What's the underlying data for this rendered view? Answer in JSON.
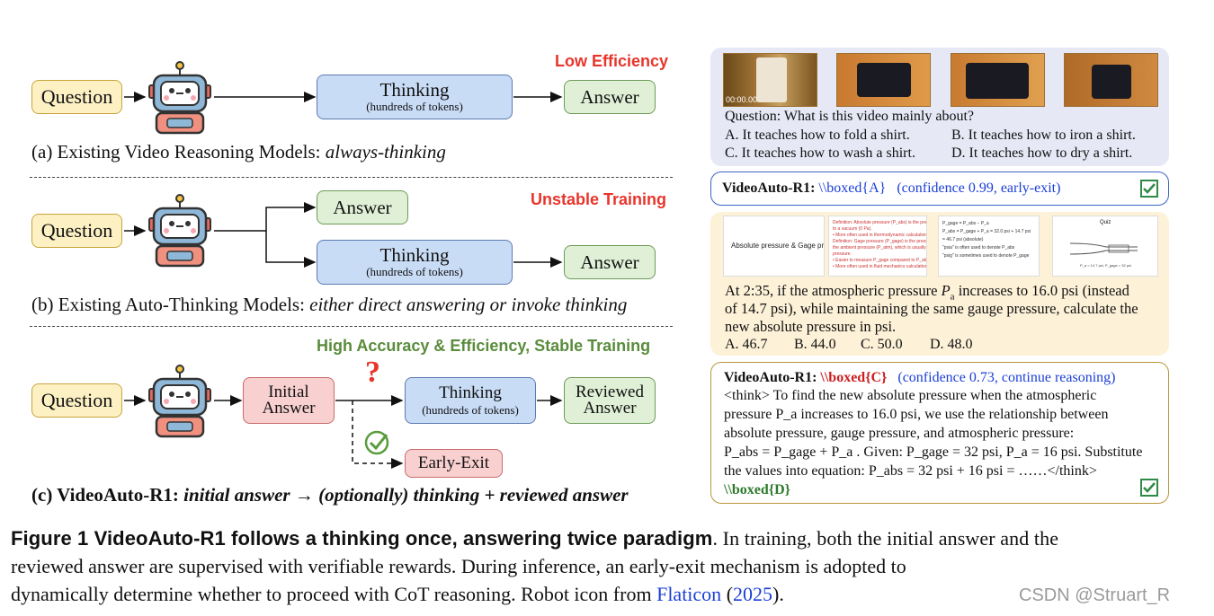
{
  "colors": {
    "red_tag": "#e8352b",
    "green_tag": "#5a8c3c",
    "blue_text": "#1b3fd6",
    "red_text": "#cc1f1f",
    "green_text": "#2f7a2c"
  },
  "row_a": {
    "question": "Question",
    "thinking": "Thinking",
    "thinking_sub": "(hundreds of tokens)",
    "answer": "Answer",
    "tag": "Low Efficiency",
    "caption_prefix": "(a) Existing Video Reasoning Models: ",
    "caption_italic": "always-thinking"
  },
  "row_b": {
    "question": "Question",
    "answer_direct": "Answer",
    "thinking": "Thinking",
    "thinking_sub": "(hundreds of tokens)",
    "answer": "Answer",
    "tag": "Unstable Training",
    "caption_prefix": "(b) Existing Auto-Thinking Models: ",
    "caption_italic": "either direct answering or invoke thinking"
  },
  "row_c": {
    "question": "Question",
    "initial_answer": [
      "Initial",
      "Answer"
    ],
    "thinking": "Thinking",
    "thinking_sub": "(hundreds of tokens)",
    "reviewed_answer": [
      "Reviewed",
      "Answer"
    ],
    "early_exit": "Early-Exit",
    "tag": "High Accuracy & Efficiency, Stable Training",
    "caption_bold": "(c) VideoAuto-R1: ",
    "caption_italic": "initial answer → (optionally) thinking + reviewed answer",
    "question_mark": "?"
  },
  "panel1": {
    "timestamp": "00:00.00",
    "question": "Question: What is this video mainly about?",
    "options": [
      "A. It teaches how to fold a shirt.",
      "B. It teaches how to iron a shirt.",
      "C. It teaches how to wash a shirt.",
      "D. It teaches how to dry a shirt."
    ]
  },
  "result1": {
    "label": "VideoAuto-R1:",
    "boxed": "\\\\boxed{A}",
    "conf": "(confidence 0.99, early-exit)"
  },
  "panel2": {
    "slide1_title": "Absolute pressure & Gage pressure",
    "slide2_lines": [
      "Definition: Absolute pressure (P_abs) is the pressure",
      "to a vacuum (0 Pa).",
      "• More often used in thermodynamic calculation",
      "Definition: Gage pressure (P_gage) is the pressure",
      "the ambient pressure (P_atm), which is usually the",
      "pressure.",
      "• Easier to measure P_gage compared to P_abs",
      "• More often used in fluid mechanics calculation"
    ],
    "slide3_lines": [
      "P_gage = P_abs − P_a",
      "P_abs = P_gage + P_a = 32.0 psi + 14.7 psi",
      "= 46.7 psi     (absolute)",
      "\"psia\" is often used to denote P_abs",
      "\"psig\" is sometimes used to denote P_gage"
    ],
    "slide4_title": "Quiz",
    "slide4_note": "P_a = 14.7 psi, P_gage = 32 psi",
    "question_lines": [
      "At 2:35, if the atmospheric pressure P",
      " increases to 16.0 psi (instead",
      "of 14.7 psi), while maintaining the same gauge pressure, calculate the",
      "new absolute pressure in psi."
    ],
    "question_var": "P",
    "question_sub": "a",
    "options": [
      "A. 46.7",
      "B. 44.0",
      "C. 50.0",
      "D. 48.0"
    ]
  },
  "result2": {
    "label": "VideoAuto-R1:",
    "boxed": "\\\\boxed{C}",
    "conf": "(confidence 0.73, continue reasoning)",
    "lines": [
      "<think> To find the new absolute pressure when the atmospheric",
      "pressure P_a increases to 16.0 psi, we use the relationship between",
      "absolute pressure, gauge pressure, and atmospheric pressure:",
      "P_abs = P_gage + P_a .  Given: P_gage = 32 psi, P_a = 16 psi. Substitute",
      "the values into equation: P_abs = 32 psi + 16 psi = ……</think>"
    ],
    "final_boxed": "\\\\boxed{D}"
  },
  "figure_caption": {
    "bold": "Figure 1  VideoAuto-R1 follows a thinking once, answering twice paradigm",
    "line1_rest": ". In training, both the initial answer and the",
    "line2": "reviewed answer are supervised with verifiable rewards. During inference, an early-exit mechanism is adopted to",
    "line3_pre": "dynamically determine whether to proceed with CoT reasoning. Robot icon from ",
    "line3_link": "Flaticon",
    "line3_paren_open": " (",
    "line3_year": "2025",
    "line3_end": ")."
  },
  "watermark": "CSDN @Struart_R"
}
